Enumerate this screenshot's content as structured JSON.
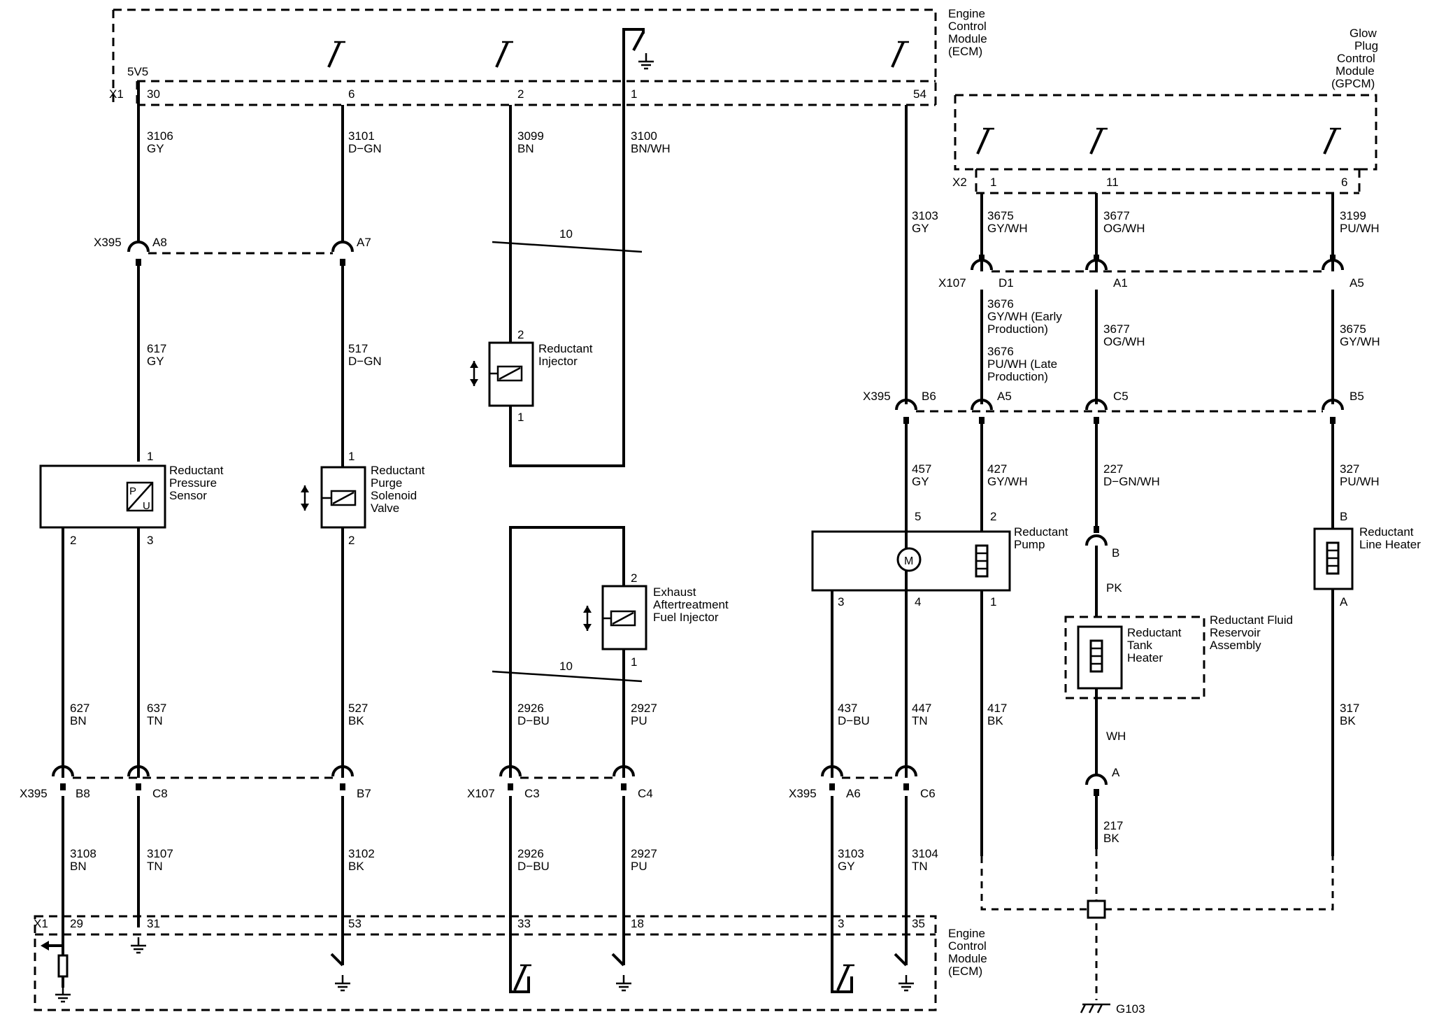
{
  "modules": {
    "ecm_top": [
      "Engine",
      "Control",
      "Module",
      "(ECM)"
    ],
    "ecm_bottom": [
      "Engine",
      "Control",
      "Module",
      "(ECM)"
    ],
    "gpcm": [
      "Glow",
      "Plug",
      "Control",
      "Module",
      "(GPCM)"
    ]
  },
  "connectors": {
    "x1": "X1",
    "x2": "X2",
    "x395": "X395",
    "x107": "X107",
    "g103": "G103",
    "v5": "5V5"
  },
  "ecm_top_pins": [
    "30",
    "6",
    "2",
    "1",
    "54"
  ],
  "gpcm_pins": [
    "1",
    "11",
    "6"
  ],
  "ecm_bottom_pins": [
    "29",
    "31",
    "53",
    "33",
    "18",
    "3",
    "35"
  ],
  "wires_top": [
    [
      "3106",
      "GY"
    ],
    [
      "3101",
      "D−GN"
    ],
    [
      "3099",
      "BN"
    ],
    [
      "3100",
      "BN/WH"
    ],
    [
      "3103",
      "GY"
    ],
    [
      "3675",
      "GY/WH"
    ],
    [
      "3677",
      "OG/WH"
    ],
    [
      "3199",
      "PU/WH"
    ]
  ],
  "x395_top_pins": [
    "A8",
    "A7"
  ],
  "x107_top_pins": [
    "D1",
    "A1",
    "A5"
  ],
  "x395_mid_pins": [
    "B6",
    "A5",
    "C5",
    "B5"
  ],
  "wires_mid_left": [
    [
      "617",
      "GY"
    ],
    [
      "517",
      "D−GN"
    ]
  ],
  "wires_mid_right": [
    [
      "3676",
      "GY/WH (Early",
      "Production)",
      "3676",
      "PU/WH (Late",
      "Production)"
    ],
    [
      "3677",
      "OG/WH"
    ],
    [
      "3675",
      "GY/WH"
    ]
  ],
  "twist_count": "10",
  "components": {
    "reductant_injector": [
      "Reductant",
      "Injector"
    ],
    "pressure_sensor": [
      "Reductant",
      "Pressure",
      "Sensor"
    ],
    "purge_valve": [
      "Reductant",
      "Purge",
      "Solenoid",
      "Valve"
    ],
    "fuel_injector": [
      "Exhaust",
      "Aftertreatment",
      "Fuel Injector"
    ],
    "pump": [
      "Reductant",
      "Pump"
    ],
    "line_heater": [
      "Reductant",
      "Line Heater"
    ],
    "tank_heater": [
      "Reductant",
      "Tank",
      "Heater"
    ],
    "reservoir": [
      "Reductant Fluid",
      "Reservoir",
      "Assembly"
    ]
  },
  "component_pins": {
    "injector": [
      "2",
      "1"
    ],
    "sensor": [
      "1",
      "2",
      "3"
    ],
    "valve": [
      "1",
      "2"
    ],
    "fuel_injector": [
      "2",
      "1"
    ],
    "pump": [
      "5",
      "2",
      "3",
      "4",
      "1"
    ],
    "line_heater": [
      "B",
      "A"
    ],
    "tank_heater": [
      "B",
      "A"
    ],
    "sensor_letters": [
      "P",
      "U"
    ],
    "motor": "M"
  },
  "wires_pump_top": [
    [
      "457",
      "GY"
    ],
    [
      "427",
      "GY/WH"
    ],
    [
      "227",
      "D−GN/WH"
    ],
    [
      "327",
      "PU/WH"
    ]
  ],
  "tank_wires": [
    "PK",
    "WH"
  ],
  "wires_bottom_mid": [
    [
      "627",
      "BN"
    ],
    [
      "637",
      "TN"
    ],
    [
      "527",
      "BK"
    ],
    [
      "2926",
      "D−BU"
    ],
    [
      "2927",
      "PU"
    ],
    [
      "437",
      "D−BU"
    ],
    [
      "447",
      "TN"
    ],
    [
      "417",
      "BK"
    ],
    [
      "317",
      "BK"
    ]
  ],
  "x395_bottom_pins": [
    "B8",
    "C8",
    "B7"
  ],
  "x107_bottom_pins": [
    "C3",
    "C4"
  ],
  "x395_bottom2_pins": [
    "A6",
    "C6"
  ],
  "wires_bottom": [
    [
      "3108",
      "BN"
    ],
    [
      "3107",
      "TN"
    ],
    [
      "3102",
      "BK"
    ],
    [
      "2926",
      "D−BU"
    ],
    [
      "2927",
      "PU"
    ],
    [
      "3103",
      "GY"
    ],
    [
      "3104",
      "TN"
    ],
    [
      "217",
      "BK"
    ]
  ]
}
